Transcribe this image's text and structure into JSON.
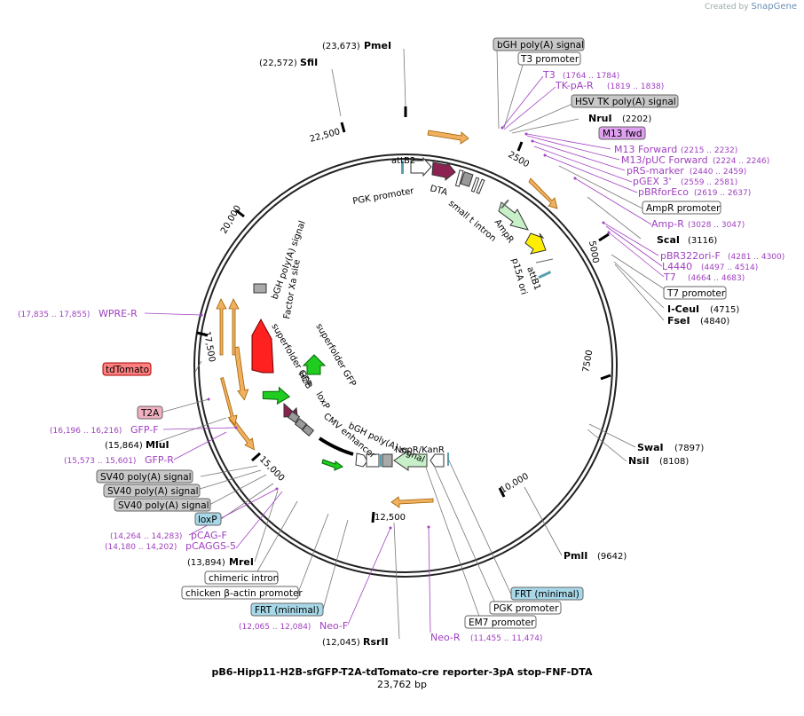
{
  "credit": {
    "prefix": "Created by",
    "brand": "SnapGene"
  },
  "plasmid": {
    "name": "pB6-Hipp11-H2B-sfGFP-T2A-tdTomato-cre reporter-3pA stop-FNF-DTA",
    "size": "23,762 bp"
  },
  "ticks": [
    "2500",
    "5000",
    "7500",
    "10,000",
    "12,500",
    "15,000",
    "17,500",
    "20,000",
    "22,500"
  ],
  "colors": {
    "ori": "#f0b060",
    "gene_red": "#ff2020",
    "gene_green": "#20cc20",
    "dta": "#8b2252",
    "ampr": "#c8f0c8",
    "yellow": "#ffee00",
    "primer": "#a040c0",
    "feature_box_gray": "#c8c8c8",
    "feature_box_red": "#ff8080",
    "feature_box_pink": "#f0b0c0",
    "feature_box_blue": "#a8d8e8",
    "feature_box_violet": "#e0a0f0"
  },
  "site_labels": [
    {
      "name": "PmeI",
      "pos": "(23,673)"
    },
    {
      "name": "SfiI",
      "pos": "(22,572)"
    },
    {
      "name": "NruI",
      "pos": "(2202)"
    },
    {
      "name": "ScaI",
      "pos": "(3116)"
    },
    {
      "name": "I-CeuI",
      "pos": "(4715)"
    },
    {
      "name": "FseI",
      "pos": "(4840)"
    },
    {
      "name": "SwaI",
      "pos": "(7897)"
    },
    {
      "name": "NsiI",
      "pos": "(8108)"
    },
    {
      "name": "PmlI",
      "pos": "(9642)"
    },
    {
      "name": "RsrII",
      "pos": "(12,045)"
    },
    {
      "name": "MreI",
      "pos": "(13,894)"
    },
    {
      "name": "MluI",
      "pos": "(15,864)"
    }
  ],
  "primer_labels": [
    {
      "name": "T3",
      "pos": "(1764 .. 1784)"
    },
    {
      "name": "TK-pA-R",
      "pos": "(1819 .. 1838)"
    },
    {
      "name": "M13 Forward",
      "pos": "(2215 .. 2232)"
    },
    {
      "name": "M13/pUC Forward",
      "pos": "(2224 .. 2246)"
    },
    {
      "name": "pRS-marker",
      "pos": "(2440 .. 2459)"
    },
    {
      "name": "pGEX 3'",
      "pos": "(2559 .. 2581)"
    },
    {
      "name": "pBRforEco",
      "pos": "(2619 .. 2637)"
    },
    {
      "name": "Amp-R",
      "pos": "(3028 .. 3047)"
    },
    {
      "name": "pBR322ori-F",
      "pos": "(4281 .. 4300)"
    },
    {
      "name": "L4440",
      "pos": "(4497 .. 4514)"
    },
    {
      "name": "T7",
      "pos": "(4664 .. 4683)"
    },
    {
      "name": "WPRE-R",
      "pos": "(17,835 .. 17,855)"
    },
    {
      "name": "GFP-F",
      "pos": "(16,196 .. 16,216)"
    },
    {
      "name": "GFP-R",
      "pos": "(15,573 .. 15,601)"
    },
    {
      "name": "pCAG-F",
      "pos": "(14,264 .. 14,283)"
    },
    {
      "name": "pCAGGS-5",
      "pos": "(14,180 .. 14,202)"
    },
    {
      "name": "Neo-F",
      "pos": "(12,065 .. 12,084)"
    },
    {
      "name": "Neo-R",
      "pos": "(11,455 .. 11,474)"
    }
  ],
  "feature_boxes": [
    "bGH poly(A) signal",
    "T3 promoter",
    "HSV TK poly(A) signal",
    "M13 fwd",
    "AmpR promoter",
    "T7 promoter",
    "tdTomato",
    "T2A",
    "SV40 poly(A) signal",
    "SV40 poly(A) signal",
    "SV40 poly(A) signal",
    "loxP",
    "chimeric intron",
    "chicken β-actin promoter",
    "FRT (minimal)",
    "FRT (minimal)",
    "PGK promoter",
    "EM7 promoter"
  ],
  "inner_labels": [
    "attB2",
    "PGK promoter",
    "DTA",
    "small t intron",
    "AmpR",
    "attB1",
    "p15A ori",
    "bGH poly(A) signal",
    "Factor Xa site",
    "superfolder GFP",
    "superfolder GFP",
    "H2B",
    "loxP",
    "CMV enhancer",
    "bGH poly(A) signal",
    "NeoR/KanR"
  ]
}
